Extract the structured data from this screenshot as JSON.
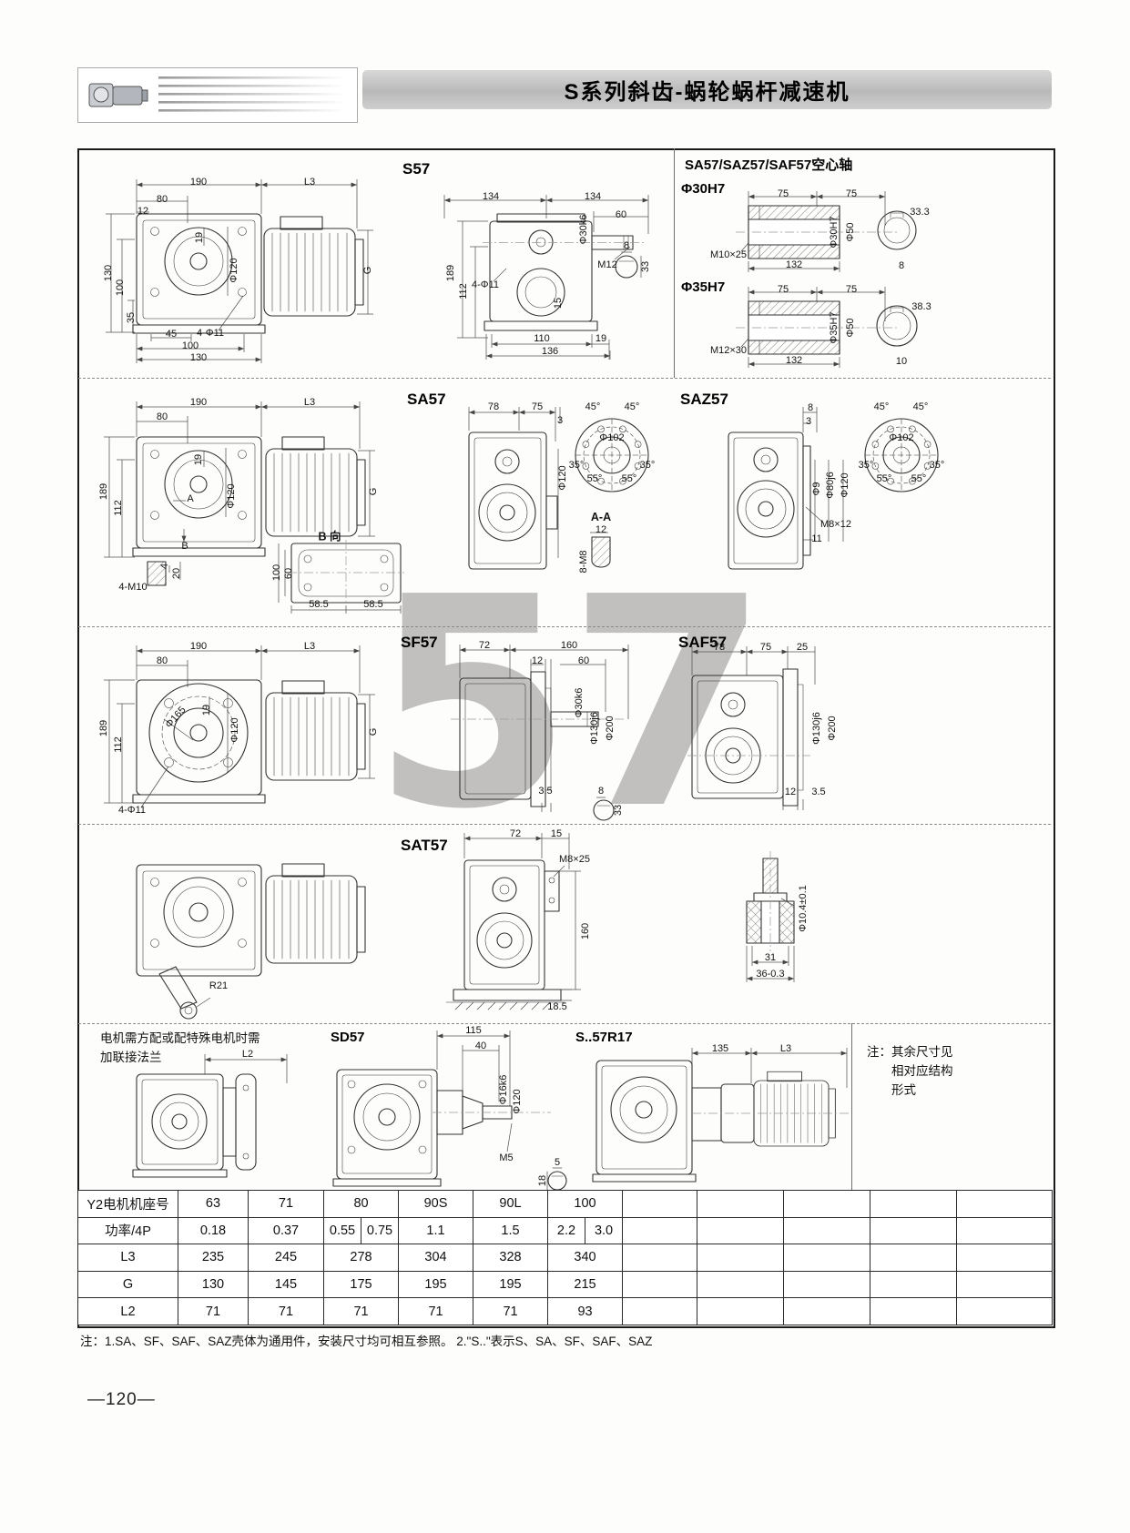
{
  "header": {
    "title": "S系列斜齿-蜗轮蜗杆减速机",
    "logo": "gear-motor-photo"
  },
  "watermark": "57",
  "d": {
    "s57": {
      "title": "S57",
      "front": {
        "t190": "190",
        "t80": "80",
        "t12": "12",
        "tL3": "L3",
        "l130": "130",
        "l100": "100",
        "l35": "35",
        "d19": "19",
        "phi120": "Φ120",
        "G": "G",
        "b45": "45",
        "holes": "4-Φ11",
        "b100": "100",
        "b130": "130"
      },
      "side": {
        "t134a": "134",
        "t134b": "134",
        "t60": "60",
        "l189": "189",
        "l112": "112",
        "holes": "4-Φ11",
        "shaft": "Φ30k6",
        "m12": "M12",
        "k8": "8",
        "k33": "33",
        "b15": "15",
        "b110": "110",
        "b19": "19",
        "b136": "136"
      }
    },
    "hollow": {
      "title": "SA57/SAZ57/SAF57空心轴",
      "p30": {
        "title": "Φ30H7",
        "t75a": "75",
        "t75b": "75",
        "tap": "M10×25",
        "b132": "132",
        "bore": "Φ30H7",
        "phi50": "Φ50",
        "c1": "33.3",
        "c2": "8"
      },
      "p35": {
        "title": "Φ35H7",
        "t75a": "75",
        "t75b": "75",
        "tap": "M12×30",
        "b132": "132",
        "bore": "Φ35H7",
        "phi50": "Φ50",
        "c1": "38.3",
        "c2": "10"
      }
    },
    "sa57": {
      "title": "SA57",
      "front": {
        "t190": "190",
        "t80": "80",
        "tL3": "L3",
        "l189": "189",
        "l112": "112",
        "d19": "19",
        "phi120": "Φ120",
        "G": "G",
        "secA": "A",
        "secB": "B",
        "bview": "B 向",
        "tap": "4-M10",
        "d4": "4",
        "d20": "20",
        "v100": "100",
        "v60": "60",
        "b1": "58.5",
        "b2": "58.5"
      },
      "face": {
        "t78": "78",
        "t75": "75",
        "t3": "3",
        "phi120": "Φ120",
        "a1": "45°",
        "a2": "45°",
        "bc": "Φ102",
        "a3": "35°",
        "a4": "55°",
        "a5": "55°",
        "a6": "35°",
        "aa": "A-A",
        "d12": "12",
        "tap": "8-M8"
      }
    },
    "saz57": {
      "title": "SAZ57",
      "t8": "8",
      "t3": "3",
      "a1": "45°",
      "a2": "45°",
      "bc": "Φ102",
      "a3": "35°",
      "a4": "55°",
      "a5": "55°",
      "a6": "35°",
      "phi9": "Φ9",
      "phi80": "Φ80j6",
      "phi120": "Φ120",
      "tap": "M8×12",
      "d11": "11"
    },
    "sf57": {
      "title": "SF57",
      "front": {
        "t190": "190",
        "t80": "80",
        "tL3": "L3",
        "l189": "189",
        "l112": "112",
        "phi165": "Φ165",
        "d19": "19",
        "phi120": "Φ120",
        "G": "G",
        "holes": "4-Φ11"
      },
      "side": {
        "t72": "72",
        "t160": "160",
        "t12": "12",
        "t60": "60",
        "shaft": "Φ30k6",
        "spigot": "Φ130j6",
        "flange": "Φ200",
        "b35": "3.5",
        "b8": "8",
        "k33": "33"
      }
    },
    "saf57": {
      "title": "SAF57",
      "t78": "78",
      "t75": "75",
      "t25": "25",
      "spigot": "Φ130j6",
      "flange": "Φ200",
      "b12": "12",
      "b35": "3.5"
    },
    "sat57": {
      "title": "SAT57",
      "r21": "R21",
      "t72": "72",
      "t15": "15",
      "tap": "M8×25",
      "v160": "160",
      "b185": "18.5",
      "bush": "Φ10.4±0.1",
      "b31": "31",
      "b36": "36-0.3"
    },
    "s5": {
      "note1": "电机需方配或配特殊电机时需",
      "note2": "加联接法兰",
      "L2": "L2",
      "sd57": {
        "title": "SD57",
        "t115": "115",
        "t40": "40",
        "shaft": "Φ16k6",
        "phi120": "Φ120",
        "m5": "M5",
        "k5": "5",
        "k18": "18"
      },
      "sr17": {
        "title": "S..57R17",
        "t135": "135",
        "tL3": "L3"
      },
      "noteR1": "注：其余尺寸见",
      "noteR2": "相对应结构",
      "noteR3": "形式"
    }
  },
  "table": {
    "labels": [
      "Y2电机机座号",
      "功率/4P",
      "L3",
      "G",
      "L2"
    ],
    "frame": [
      "63",
      "71",
      "80",
      "90S",
      "90L",
      "100"
    ],
    "power": [
      "0.18",
      "0.37",
      "0.55",
      "0.75",
      "1.1",
      "1.5",
      "2.2",
      "3.0"
    ],
    "l3": [
      "235",
      "245",
      "278",
      "304",
      "328",
      "340"
    ],
    "g": [
      "130",
      "145",
      "175",
      "195",
      "195",
      "215"
    ],
    "l2": [
      "71",
      "71",
      "71",
      "71",
      "71",
      "93"
    ]
  },
  "footnote": "注：1.SA、SF、SAF、SAZ壳体为通用件，安装尺寸均可相互参照。 2.\"S..\"表示S、SA、SF、SAF、SAZ",
  "page_number": "—120—"
}
